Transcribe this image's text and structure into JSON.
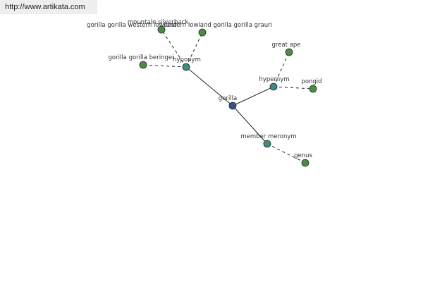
{
  "header": {
    "url": "http://www.artikata.com"
  },
  "graph": {
    "colors": {
      "center": "#3c4f8c",
      "relation": "#3f8a84",
      "term": "#4e8a45",
      "edge": "#222222"
    },
    "nodes": [
      {
        "id": "gorilla",
        "label": "gorilla",
        "kind": "center"
      },
      {
        "id": "hyponym",
        "label": "hyponym",
        "kind": "relation"
      },
      {
        "id": "hypernym",
        "label": "hypernym",
        "kind": "relation"
      },
      {
        "id": "member-meronym",
        "label": "member meronym",
        "kind": "relation"
      },
      {
        "id": "gorilla-gorilla-beringei",
        "label": "gorilla gorilla beringei",
        "kind": "term"
      },
      {
        "id": "mountain-silverback",
        "label": "mountain silverback",
        "kind": "term"
      },
      {
        "id": "gorilla-gorilla-western-lowland",
        "label": "gorilla gorilla western lowland",
        "kind": "term"
      },
      {
        "id": "eastern-lowland-gorilla",
        "label": "eastern lowland gorilla gorilla grauri",
        "kind": "term"
      },
      {
        "id": "great-ape",
        "label": "great ape",
        "kind": "term"
      },
      {
        "id": "pongid",
        "label": "pongid",
        "kind": "term"
      },
      {
        "id": "genus",
        "label": "genus",
        "kind": "term"
      }
    ],
    "edges": [
      {
        "from": "gorilla",
        "to": "hyponym",
        "style": "solid"
      },
      {
        "from": "gorilla",
        "to": "hypernym",
        "style": "solid"
      },
      {
        "from": "gorilla",
        "to": "member-meronym",
        "style": "solid"
      },
      {
        "from": "hyponym",
        "to": "gorilla-gorilla-beringei",
        "style": "dashed"
      },
      {
        "from": "hyponym",
        "to": "mountain-silverback",
        "style": "dashed"
      },
      {
        "from": "hyponym",
        "to": "eastern-lowland-gorilla",
        "style": "dashed"
      },
      {
        "from": "hypernym",
        "to": "great-ape",
        "style": "dashed"
      },
      {
        "from": "hypernym",
        "to": "pongid",
        "style": "dashed"
      },
      {
        "from": "member-meronym",
        "to": "genus",
        "style": "dashed"
      }
    ]
  }
}
